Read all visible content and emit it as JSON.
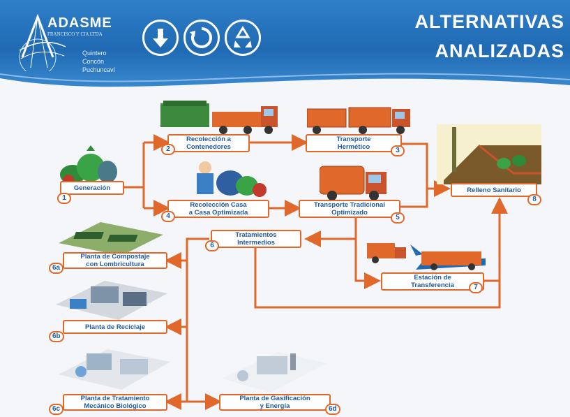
{
  "header": {
    "logo_name": "ADASME",
    "logo_subtitle": "FRANCISCO Y CIA LTDA",
    "places": [
      "Quintero",
      "Concón",
      "Puchuncaví"
    ],
    "title_line1": "ALTERNATIVAS",
    "title_line2": "ANALIZADAS",
    "icons": [
      "download-arrow-icon",
      "refresh-cycle-icon",
      "recycle-icon"
    ],
    "colors": {
      "header_blue": "#1f6ab3",
      "accent_orange": "#e0682a",
      "label_blue": "#1f5aa6"
    }
  },
  "nodes": {
    "n1": {
      "label": "Generación",
      "number": "1"
    },
    "n2": {
      "label_line1": "Recolección a",
      "label_line2": "Contenedores",
      "number": "2"
    },
    "n3": {
      "label_line1": "Transporte",
      "label_line2": "Hermético",
      "number": "3"
    },
    "n4": {
      "label_line1": "Recolección Casa",
      "label_line2": "a Casa Optimizada",
      "number": "4"
    },
    "n5": {
      "label_line1": "Transporte Tradicional",
      "label_line2": "Optimizado",
      "number": "5"
    },
    "n6": {
      "label_line1": "Tratamientos",
      "label_line2": "Intermedios",
      "number": "6"
    },
    "n6a": {
      "label_line1": "Planta de Compostaje",
      "label_line2": "con Lombricultura",
      "number": "6a"
    },
    "n6b": {
      "label": "Planta de Reciclaje",
      "number": "6b"
    },
    "n6c": {
      "label_line1": "Planta de Tratamiento",
      "label_line2": "Mecánico Biológico",
      "number": "6c"
    },
    "n6d": {
      "label_line1": "Planta de Gasificación",
      "label_line2": "y Energía",
      "number": "6d"
    },
    "n7": {
      "label_line1": "Estación de",
      "label_line2": "Transferencia",
      "number": "7"
    },
    "n8": {
      "label": "Relleno Sanitario",
      "number": "8"
    }
  }
}
